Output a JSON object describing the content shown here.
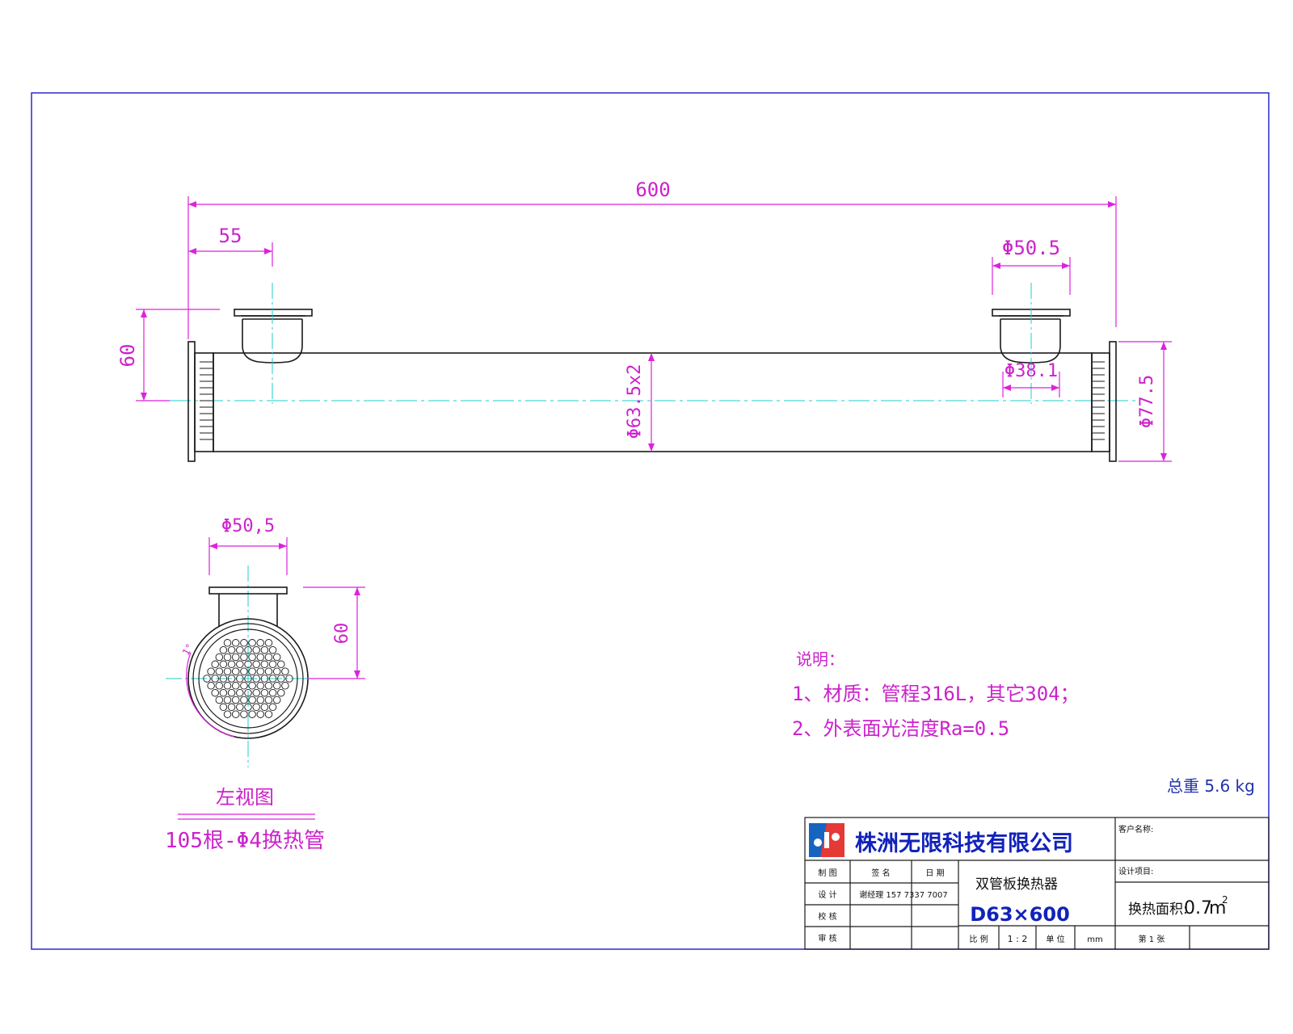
{
  "colors": {
    "border": "#2a2acc",
    "outline": "#1a1a1a",
    "dimension": "#dd22dd",
    "centerline": "#22cccc",
    "company": "#1122bb",
    "logo_blue": "#1565c0",
    "logo_red": "#e53935"
  },
  "dimensions": {
    "overall_length": "600",
    "nozzle_offset": "55",
    "nozzle_height": "60",
    "nozzle_flange_dia": "Φ50.5",
    "nozzle_inner_dia": "Φ38.1",
    "shell_dia": "Φ63.5x2",
    "end_flange_dia": "Φ77.5",
    "side_nozzle_flange_dia": "Φ50,5",
    "side_nozzle_height": "60",
    "angle_mark": "1°"
  },
  "side_view": {
    "title": "左视图",
    "subtitle": "105根-Φ4换热管"
  },
  "notes": {
    "heading": "说明：",
    "items": [
      "1、材质：管程316L，其它304；",
      "2、外表面光洁度Ra=0.5"
    ]
  },
  "total_weight": "总重 5.6 kg",
  "title_block": {
    "company": "株洲无限科技有限公司",
    "customer_label": "客户名称:",
    "project_label": "设计项目:",
    "product_name": "双管板换热器",
    "model": "D63×600",
    "area_label": "换热面积:",
    "area_value": "0.7",
    "area_unit": "m",
    "area_sup": "2",
    "rows": [
      {
        "role": "制 图",
        "sign": "签 名",
        "date": "日 期"
      },
      {
        "role": "设 计",
        "sign": "谢经理 157 7337 7007",
        "date": ""
      },
      {
        "role": "校 核",
        "sign": "",
        "date": ""
      },
      {
        "role": "审 核",
        "sign": "",
        "date": ""
      }
    ],
    "scale_label": "比 例",
    "scale_value": "1 : 2",
    "unit_label": "单 位",
    "unit_value": "mm",
    "sheet_label": "第 1 张"
  }
}
